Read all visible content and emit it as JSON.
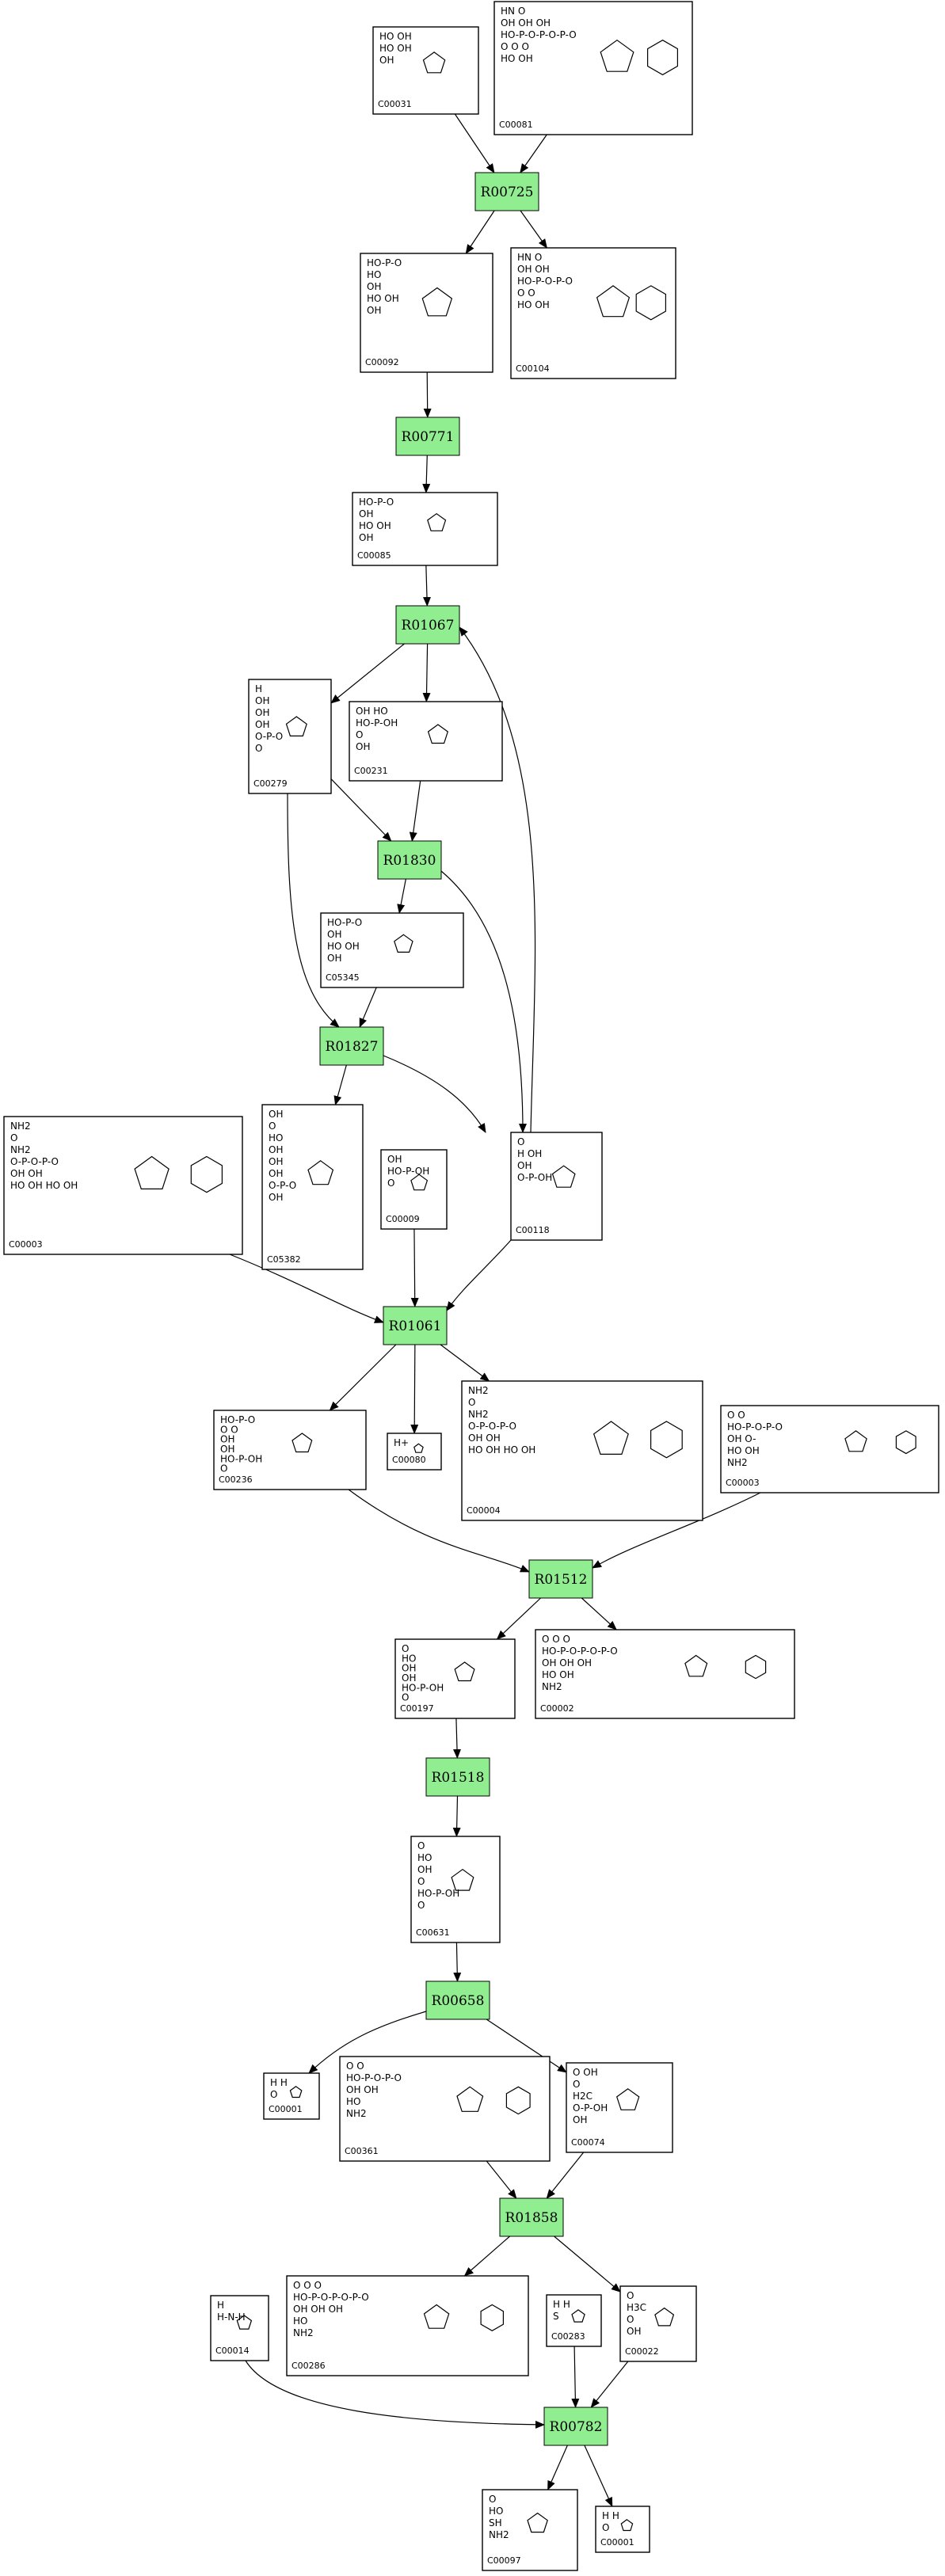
{
  "reactions": [
    {
      "id": "r1",
      "label": "R00725"
    },
    {
      "id": "r2",
      "label": "R00771"
    },
    {
      "id": "r3",
      "label": "R01067"
    },
    {
      "id": "r4",
      "label": "R01830"
    },
    {
      "id": "r5",
      "label": "R01827"
    },
    {
      "id": "r6",
      "label": "R01061"
    },
    {
      "id": "r7",
      "label": "R01512"
    },
    {
      "id": "r8",
      "label": "R01518"
    },
    {
      "id": "r9",
      "label": "R00658"
    },
    {
      "id": "r10",
      "label": "R01858"
    },
    {
      "id": "r11",
      "label": "R00782"
    }
  ],
  "compounds": [
    {
      "id": "c1",
      "label": "C00031",
      "lines": [
        "HO  OH",
        "HO    OH",
        "OH"
      ]
    },
    {
      "id": "c2",
      "label": "C00081",
      "lines": [
        "HN   O",
        "OH  OH  OH",
        "HO-P-O-P-O-P-O",
        "O   O   O",
        "HO   OH"
      ]
    },
    {
      "id": "c3",
      "label": "C00092",
      "lines": [
        "HO-P-O",
        "HO",
        "OH",
        "HO   OH",
        "OH"
      ]
    },
    {
      "id": "c4",
      "label": "C00104",
      "lines": [
        "HN   O",
        "OH  OH",
        "HO-P-O-P-O",
        "O   O",
        "HO   OH"
      ]
    },
    {
      "id": "c5",
      "label": "C00085",
      "lines": [
        "HO-P-O",
        "OH",
        "HO   OH",
        "OH"
      ]
    },
    {
      "id": "c6",
      "label": "C00279",
      "lines": [
        "H",
        "OH",
        "OH",
        "OH",
        "O-P-O",
        "O"
      ]
    },
    {
      "id": "c7",
      "label": "C00231",
      "lines": [
        "OH   HO",
        "HO-P-OH",
        "O",
        "OH"
      ]
    },
    {
      "id": "c8",
      "label": "C05345",
      "lines": [
        "HO-P-O",
        "OH",
        "HO   OH",
        "OH"
      ]
    },
    {
      "id": "c9",
      "label": "C00003",
      "lines": [
        "NH2",
        "O",
        "NH2",
        "O-P-O-P-O",
        "OH  OH",
        "HO  OH  HO  OH"
      ]
    },
    {
      "id": "c10",
      "label": "C05382",
      "lines": [
        "OH",
        "O",
        "HO",
        "OH",
        "OH",
        "OH",
        "O-P-O",
        "OH"
      ]
    },
    {
      "id": "c11",
      "label": "C00009",
      "lines": [
        "OH",
        "HO-P-OH",
        "O"
      ]
    },
    {
      "id": "c12",
      "label": "C00118",
      "lines": [
        "O",
        "H   OH",
        "OH",
        "O-P-OH"
      ]
    },
    {
      "id": "c13",
      "label": "C00236",
      "lines": [
        "HO-P-O",
        "O  O",
        "OH",
        "OH",
        "HO-P-OH",
        "O"
      ]
    },
    {
      "id": "c14",
      "label": "C00080",
      "lines": [
        "H+"
      ]
    },
    {
      "id": "c15",
      "label": "C00004",
      "lines": [
        "NH2",
        "O",
        "NH2",
        "O-P-O-P-O",
        "OH  OH",
        "HO  OH  HO  OH"
      ]
    },
    {
      "id": "c16",
      "label": "C00003",
      "lines": [
        "O   O",
        "HO-P-O-P-O",
        "OH  O-",
        "HO  OH",
        "NH2"
      ]
    },
    {
      "id": "c17",
      "label": "C00197",
      "lines": [
        "O",
        "HO",
        "OH",
        "OH",
        "HO-P-OH",
        "O"
      ]
    },
    {
      "id": "c18",
      "label": "C00002",
      "lines": [
        "O   O   O",
        "HO-P-O-P-O-P-O",
        "OH  OH  OH",
        "HO  OH",
        "NH2"
      ]
    },
    {
      "id": "c19",
      "label": "C00631",
      "lines": [
        "O",
        "HO",
        "OH",
        "O",
        "HO-P-OH",
        "O"
      ]
    },
    {
      "id": "c20",
      "label": "C00001",
      "lines": [
        "H  H",
        "O"
      ]
    },
    {
      "id": "c21",
      "label": "C00361",
      "lines": [
        "O   O",
        "HO-P-O-P-O",
        "OH  OH",
        "HO",
        "NH2"
      ]
    },
    {
      "id": "c22",
      "label": "C00074",
      "lines": [
        "O  OH",
        "O",
        "H2C",
        "O-P-OH",
        "OH"
      ]
    },
    {
      "id": "c23",
      "label": "C00014",
      "lines": [
        "H",
        "H-N-H"
      ]
    },
    {
      "id": "c24",
      "label": "C00286",
      "lines": [
        "O   O   O",
        "HO-P-O-P-O-P-O",
        "OH  OH  OH",
        "HO",
        "NH2"
      ]
    },
    {
      "id": "c25",
      "label": "C00283",
      "lines": [
        "H  H",
        "S"
      ]
    },
    {
      "id": "c26",
      "label": "C00022",
      "lines": [
        "O",
        "H3C",
        "O",
        "OH"
      ]
    },
    {
      "id": "c27",
      "label": "C00097",
      "lines": [
        "O",
        "HO",
        "SH",
        "NH2"
      ]
    },
    {
      "id": "c28",
      "label": "C00001",
      "lines": [
        "H  H",
        "O"
      ]
    }
  ],
  "edges": [
    [
      "c1",
      "r1"
    ],
    [
      "c2",
      "r1"
    ],
    [
      "r1",
      "c3"
    ],
    [
      "r1",
      "c4"
    ],
    [
      "c3",
      "r2"
    ],
    [
      "r2",
      "c5"
    ],
    [
      "c5",
      "r3"
    ],
    [
      "r3",
      "c6"
    ],
    [
      "r3",
      "c7"
    ],
    [
      "c6",
      "r4"
    ],
    [
      "c7",
      "r4"
    ],
    [
      "r4",
      "c8"
    ],
    [
      "r4",
      "c12"
    ],
    [
      "c12",
      "r3"
    ],
    [
      "c6",
      "r5"
    ],
    [
      "c8",
      "r5"
    ],
    [
      "r5",
      "c10"
    ],
    [
      "r5",
      "c12"
    ],
    [
      "c9",
      "r6"
    ],
    [
      "c11",
      "r6"
    ],
    [
      "c12",
      "r6"
    ],
    [
      "r6",
      "c13"
    ],
    [
      "r6",
      "c14"
    ],
    [
      "r6",
      "c15"
    ],
    [
      "c13",
      "r7"
    ],
    [
      "c16",
      "r7"
    ],
    [
      "r7",
      "c17"
    ],
    [
      "r7",
      "c18"
    ],
    [
      "c17",
      "r8"
    ],
    [
      "r8",
      "c19"
    ],
    [
      "c19",
      "r9"
    ],
    [
      "r9",
      "c20"
    ],
    [
      "r9",
      "c22"
    ],
    [
      "c21",
      "r10"
    ],
    [
      "c22",
      "r10"
    ],
    [
      "r10",
      "c24"
    ],
    [
      "r10",
      "c26"
    ],
    [
      "c23",
      "r11"
    ],
    [
      "c25",
      "r11"
    ],
    [
      "c26",
      "r11"
    ],
    [
      "r11",
      "c27"
    ],
    [
      "r11",
      "c28"
    ]
  ]
}
